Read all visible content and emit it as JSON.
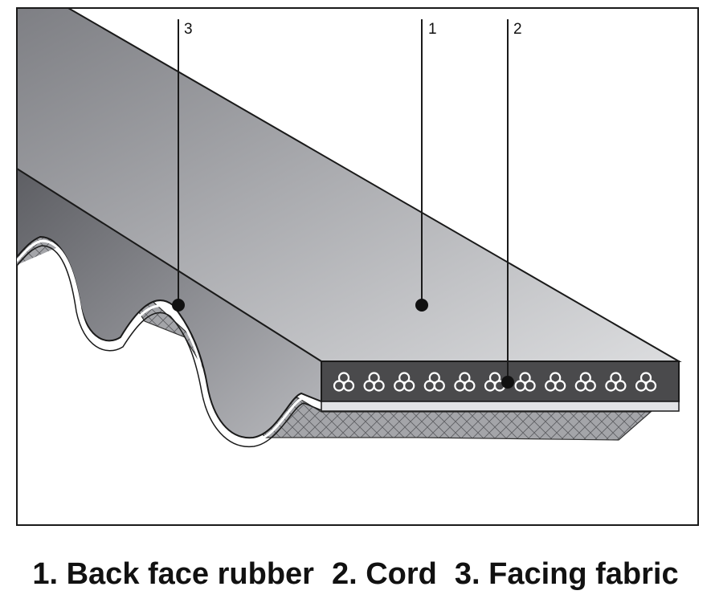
{
  "callouts": [
    {
      "number": "3"
    },
    {
      "number": "1"
    },
    {
      "number": "2"
    }
  ],
  "cords": {
    "count": 11
  },
  "caption": {
    "item1": "1. Back face rubber",
    "item2": "2. Cord",
    "item3": "3. Facing fabric"
  },
  "colors": {
    "frame": "#1a1a1a",
    "top_face_light": "#d4d5d8",
    "top_face_dark": "#8f9095",
    "cord_band": "#4a4a4c",
    "cord_circle": "#ffffff",
    "fabric": "#9e9fa3"
  }
}
